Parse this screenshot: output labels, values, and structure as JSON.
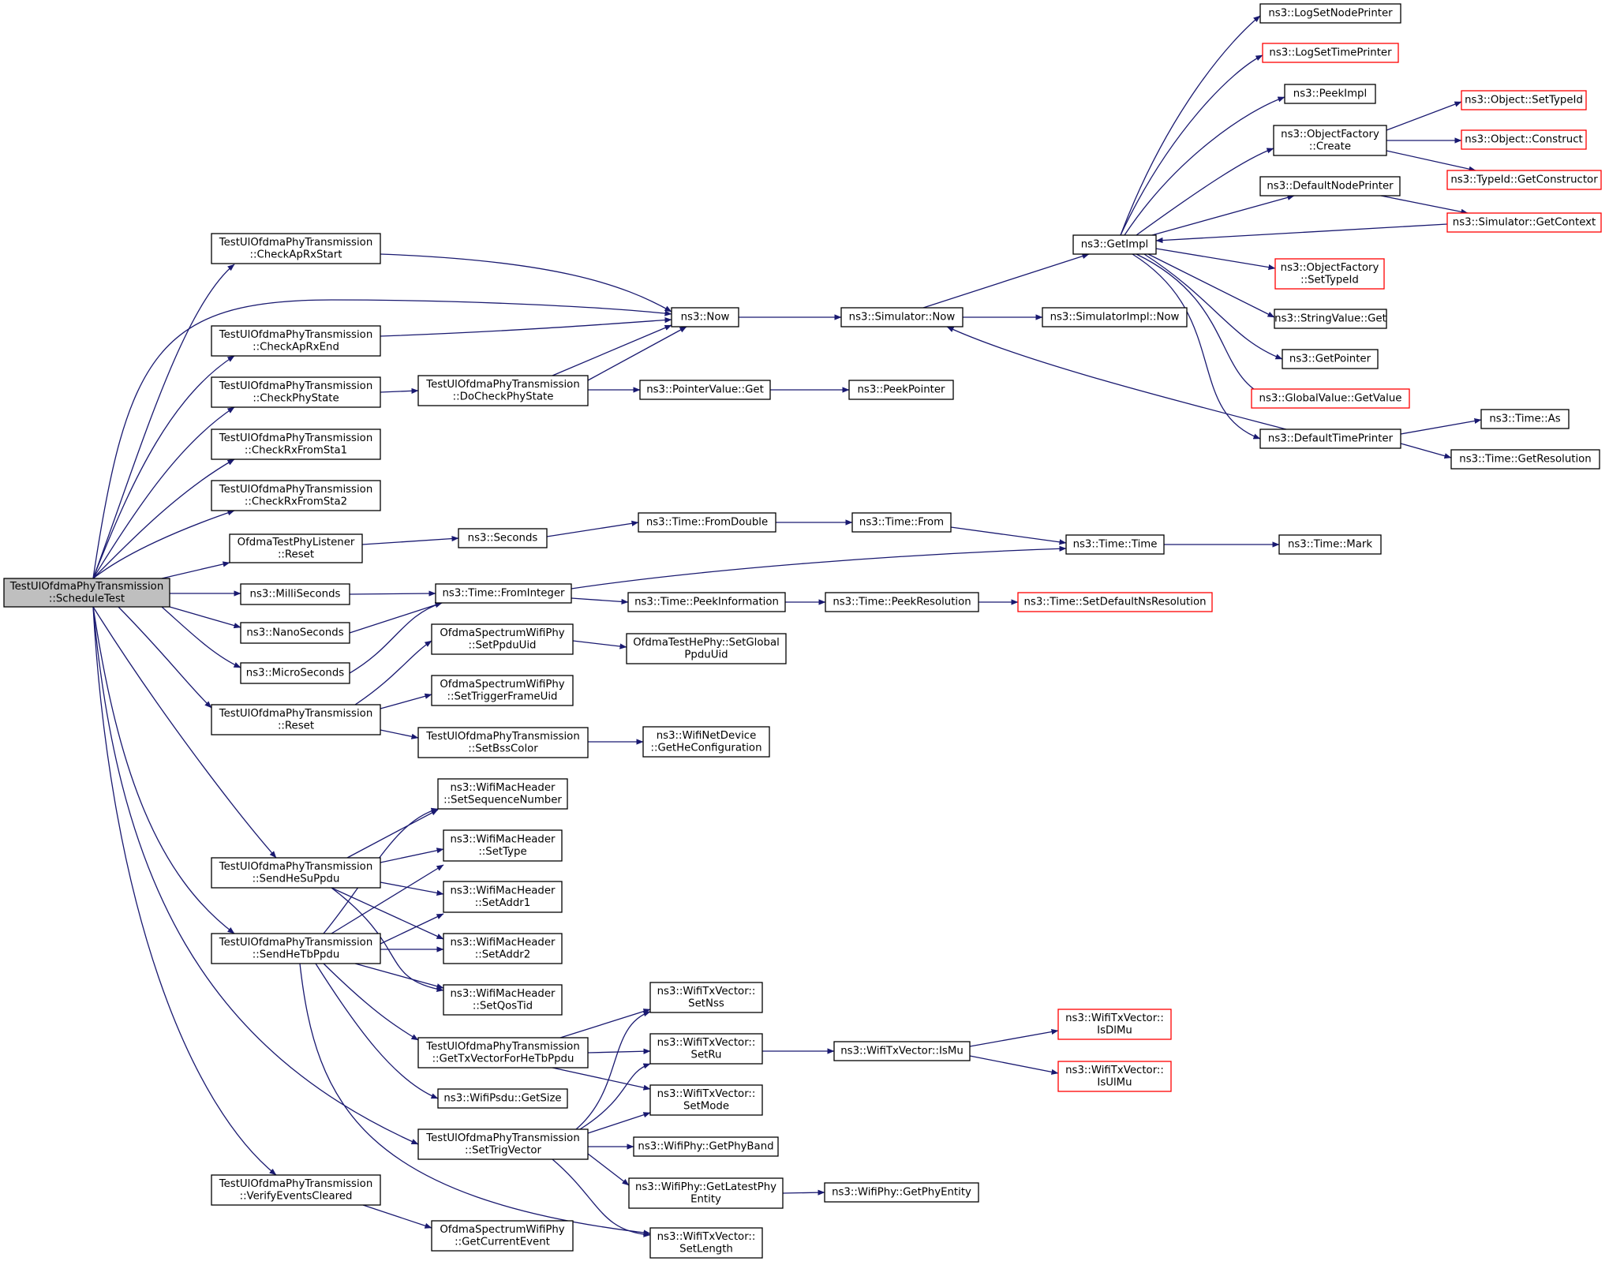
{
  "colors": {
    "edge": "#191970",
    "node_border": "#000000",
    "external_border": "#ff0000",
    "root_fill": "#bfbfbf"
  },
  "nodes": [
    {
      "id": "root",
      "lines": [
        "TestUlOfdmaPhyTransmission",
        "::ScheduleTest"
      ],
      "kind": "root"
    },
    {
      "id": "checkApRxStart",
      "lines": [
        "TestUlOfdmaPhyTransmission",
        "::CheckApRxStart"
      ]
    },
    {
      "id": "checkApRxEnd",
      "lines": [
        "TestUlOfdmaPhyTransmission",
        "::CheckApRxEnd"
      ]
    },
    {
      "id": "checkPhyState",
      "lines": [
        "TestUlOfdmaPhyTransmission",
        "::CheckPhyState"
      ]
    },
    {
      "id": "checkRxFromSta1",
      "lines": [
        "TestUlOfdmaPhyTransmission",
        "::CheckRxFromSta1"
      ]
    },
    {
      "id": "checkRxFromSta2",
      "lines": [
        "TestUlOfdmaPhyTransmission",
        "::CheckRxFromSta2"
      ]
    },
    {
      "id": "listenerReset",
      "lines": [
        "OfdmaTestPhyListener",
        "::Reset"
      ]
    },
    {
      "id": "milliSeconds",
      "lines": [
        "ns3::MilliSeconds"
      ]
    },
    {
      "id": "nanoSeconds",
      "lines": [
        "ns3::NanoSeconds"
      ]
    },
    {
      "id": "microSeconds",
      "lines": [
        "ns3::MicroSeconds"
      ]
    },
    {
      "id": "tReset",
      "lines": [
        "TestUlOfdmaPhyTransmission",
        "::Reset"
      ]
    },
    {
      "id": "sendHeSuPpdu",
      "lines": [
        "TestUlOfdmaPhyTransmission",
        "::SendHeSuPpdu"
      ]
    },
    {
      "id": "sendHeTbPpdu",
      "lines": [
        "TestUlOfdmaPhyTransmission",
        "::SendHeTbPpdu"
      ]
    },
    {
      "id": "verifyEventsCleared",
      "lines": [
        "TestUlOfdmaPhyTransmission",
        "::VerifyEventsCleared"
      ]
    },
    {
      "id": "doCheckPhyState",
      "lines": [
        "TestUlOfdmaPhyTransmission",
        "::DoCheckPhyState"
      ]
    },
    {
      "id": "seconds",
      "lines": [
        "ns3::Seconds"
      ]
    },
    {
      "id": "fromInteger",
      "lines": [
        "ns3::Time::FromInteger"
      ]
    },
    {
      "id": "setPpduUid",
      "lines": [
        "OfdmaSpectrumWifiPhy",
        "::SetPpduUid"
      ]
    },
    {
      "id": "setTriggerFrameUid",
      "lines": [
        "OfdmaSpectrumWifiPhy",
        "::SetTriggerFrameUid"
      ]
    },
    {
      "id": "setBssColor",
      "lines": [
        "TestUlOfdmaPhyTransmission",
        "::SetBssColor"
      ]
    },
    {
      "id": "setSequenceNumber",
      "lines": [
        "ns3::WifiMacHeader",
        "::SetSequenceNumber"
      ]
    },
    {
      "id": "setType",
      "lines": [
        "ns3::WifiMacHeader",
        "::SetType"
      ]
    },
    {
      "id": "setAddr1",
      "lines": [
        "ns3::WifiMacHeader",
        "::SetAddr1"
      ]
    },
    {
      "id": "setAddr2",
      "lines": [
        "ns3::WifiMacHeader",
        "::SetAddr2"
      ]
    },
    {
      "id": "setQosTid",
      "lines": [
        "ns3::WifiMacHeader",
        "::SetQosTid"
      ]
    },
    {
      "id": "getTxVector",
      "lines": [
        "TestUlOfdmaPhyTransmission",
        "::GetTxVectorForHeTbPpdu"
      ]
    },
    {
      "id": "psduGetSize",
      "lines": [
        "ns3::WifiPsdu::GetSize"
      ]
    },
    {
      "id": "setTrigVector",
      "lines": [
        "TestUlOfdmaPhyTransmission",
        "::SetTrigVector"
      ]
    },
    {
      "id": "getCurrentEvent",
      "lines": [
        "OfdmaSpectrumWifiPhy",
        "::GetCurrentEvent"
      ]
    },
    {
      "id": "ns3Now",
      "lines": [
        "ns3::Now"
      ]
    },
    {
      "id": "pointerValueGet",
      "lines": [
        "ns3::PointerValue::Get"
      ]
    },
    {
      "id": "fromDouble",
      "lines": [
        "ns3::Time::FromDouble"
      ]
    },
    {
      "id": "peekInformation",
      "lines": [
        "ns3::Time::PeekInformation"
      ]
    },
    {
      "id": "setGlobalPpduUid",
      "lines": [
        "OfdmaTestHePhy::SetGlobal",
        "PpduUid"
      ]
    },
    {
      "id": "getHeConfiguration",
      "lines": [
        "ns3::WifiNetDevice",
        "::GetHeConfiguration"
      ]
    },
    {
      "id": "setNss",
      "lines": [
        "ns3::WifiTxVector::",
        "SetNss"
      ]
    },
    {
      "id": "setRu",
      "lines": [
        "ns3::WifiTxVector::",
        "SetRu"
      ]
    },
    {
      "id": "setMode",
      "lines": [
        "ns3::WifiTxVector::",
        "SetMode"
      ]
    },
    {
      "id": "getPhyBand",
      "lines": [
        "ns3::WifiPhy::GetPhyBand"
      ]
    },
    {
      "id": "getLatestPhyEntity",
      "lines": [
        "ns3::WifiPhy::GetLatestPhy",
        "Entity"
      ]
    },
    {
      "id": "setLength",
      "lines": [
        "ns3::WifiTxVector::",
        "SetLength"
      ]
    },
    {
      "id": "simulatorNow",
      "lines": [
        "ns3::Simulator::Now"
      ]
    },
    {
      "id": "peekPointer",
      "lines": [
        "ns3::PeekPointer"
      ]
    },
    {
      "id": "timeFrom",
      "lines": [
        "ns3::Time::From"
      ]
    },
    {
      "id": "peekResolution",
      "lines": [
        "ns3::Time::PeekResolution"
      ]
    },
    {
      "id": "isMu",
      "lines": [
        "ns3::WifiTxVector::IsMu"
      ]
    },
    {
      "id": "getPhyEntity",
      "lines": [
        "ns3::WifiPhy::GetPhyEntity"
      ]
    },
    {
      "id": "getImpl",
      "lines": [
        "ns3::GetImpl"
      ]
    },
    {
      "id": "simImplNow",
      "lines": [
        "ns3::SimulatorImpl::Now"
      ]
    },
    {
      "id": "timeTime",
      "lines": [
        "ns3::Time::Time"
      ]
    },
    {
      "id": "setDefaultNsResolution",
      "lines": [
        "ns3::Time::SetDefaultNsResolution"
      ],
      "kind": "external"
    },
    {
      "id": "isDlMu",
      "lines": [
        "ns3::WifiTxVector::",
        "IsDlMu"
      ],
      "kind": "external"
    },
    {
      "id": "isUlMu",
      "lines": [
        "ns3::WifiTxVector::",
        "IsUlMu"
      ],
      "kind": "external"
    },
    {
      "id": "logSetNodePrinter",
      "lines": [
        "ns3::LogSetNodePrinter"
      ]
    },
    {
      "id": "logSetTimePrinter",
      "lines": [
        "ns3::LogSetTimePrinter"
      ],
      "kind": "external"
    },
    {
      "id": "peekImpl",
      "lines": [
        "ns3::PeekImpl"
      ]
    },
    {
      "id": "objectFactoryCreate",
      "lines": [
        "ns3::ObjectFactory",
        "::Create"
      ]
    },
    {
      "id": "defaultNodePrinter",
      "lines": [
        "ns3::DefaultNodePrinter"
      ]
    },
    {
      "id": "objectFactorySetTypeId",
      "lines": [
        "ns3::ObjectFactory",
        "::SetTypeId"
      ],
      "kind": "external"
    },
    {
      "id": "stringValueGet",
      "lines": [
        "ns3::StringValue::Get"
      ]
    },
    {
      "id": "getPointer",
      "lines": [
        "ns3::GetPointer"
      ]
    },
    {
      "id": "globalValueGetValue",
      "lines": [
        "ns3::GlobalValue::GetValue"
      ],
      "kind": "external"
    },
    {
      "id": "defaultTimePrinter",
      "lines": [
        "ns3::DefaultTimePrinter"
      ]
    },
    {
      "id": "timeMark",
      "lines": [
        "ns3::Time::Mark"
      ]
    },
    {
      "id": "objectSetTypeId",
      "lines": [
        "ns3::Object::SetTypeId"
      ],
      "kind": "external"
    },
    {
      "id": "objectConstruct",
      "lines": [
        "ns3::Object::Construct"
      ],
      "kind": "external"
    },
    {
      "id": "typeIdGetConstructor",
      "lines": [
        "ns3::TypeId::GetConstructor"
      ],
      "kind": "external"
    },
    {
      "id": "simulatorGetContext",
      "lines": [
        "ns3::Simulator::GetContext"
      ],
      "kind": "external"
    },
    {
      "id": "timeAs",
      "lines": [
        "ns3::Time::As"
      ]
    },
    {
      "id": "timeGetResolution",
      "lines": [
        "ns3::Time::GetResolution"
      ]
    }
  ]
}
